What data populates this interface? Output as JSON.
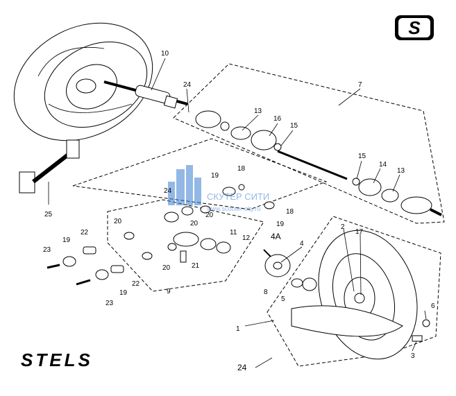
{
  "brand": {
    "logo_letter": "S",
    "wordmark": "STELS"
  },
  "watermark": {
    "line1": "СКУТЕР СИТИ",
    "line2": "www.scooter-city.ru"
  },
  "labels": {
    "p1": "1",
    "p2": "2",
    "p3": "3",
    "p4": "4",
    "p4a": "4A",
    "p5": "5",
    "p6": "6",
    "p7": "7",
    "p8": "8",
    "p9": "9",
    "p10": "10",
    "p11": "11",
    "p12": "12",
    "p13a": "13",
    "p13b": "13",
    "p14": "14",
    "p15a": "15",
    "p15b": "15",
    "p16": "16",
    "p17": "17",
    "p18a": "18",
    "p18b": "18",
    "p19a": "19",
    "p19b": "19",
    "p19c": "19",
    "p19d": "19",
    "p20a": "20",
    "p20b": "20",
    "p20c": "20",
    "p20d": "20",
    "p21": "21",
    "p22a": "22",
    "p22b": "22",
    "p23a": "23",
    "p23b": "23",
    "p24a": "24",
    "p24b": "24",
    "p24c": "24",
    "p25": "25"
  },
  "colors": {
    "line": "#000000",
    "watermark": "#3a7fd0"
  }
}
